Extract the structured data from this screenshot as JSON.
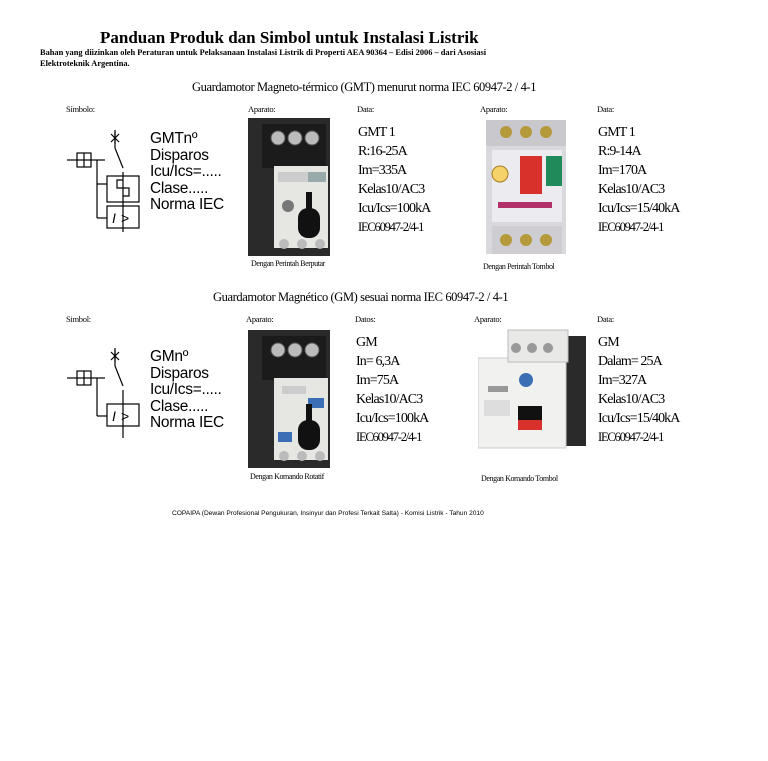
{
  "doc": {
    "title": "Panduan Produk dan Simbol untuk Instalasi Listrik",
    "subtitle": "Bahan yang diizinkan oleh Peraturan untuk Pelaksanaan Instalasi Listrik di Properti AEA 90364 – Edisi 2006 – dari Asosiasi Elektroteknik Argentina.",
    "footer": "COPAIPA (Dewan Profesional Pengukuran, Insinyur dan Profesi Terkait Salta) - Komisi Listrik - Tahun 2010"
  },
  "gmt": {
    "heading": "Guardamotor Magneto-térmico (GMT) menurut norma IEC 60947-2 / 4-1",
    "label_symbol": "Símbolo:",
    "label_device1": "Aparato:",
    "label_data1": "Data:",
    "label_device2": "Aparato:",
    "label_data2": "Data:",
    "symbol_lines": [
      "GMTnº",
      "Disparos",
      "Icu/Ics=.....",
      "Clase.....",
      "Norma IEC"
    ],
    "caption1": "Dengan Perintah Berputar",
    "caption2": "Dengan Perintah Tombol",
    "data1": [
      "GMT 1",
      "R:16-25A",
      "Im=335A",
      "Kelas10/AC3",
      "Icu/Ics=100kA",
      "IEC60947-2/4-1"
    ],
    "data2": [
      "GMT 1",
      "R:9-14A",
      "Im=170A",
      "Kelas10/AC3",
      "Icu/Ics=15/40kA",
      "IEC60947-2/4-1"
    ]
  },
  "gm": {
    "heading": "Guardamotor Magnético (GM) sesuai norma IEC 60947-2 / 4-1",
    "label_symbol": "Simbol:",
    "label_device1": "Aparato:",
    "label_data1": "Datos:",
    "label_device2": "Aparato:",
    "label_data2": "Data:",
    "symbol_lines": [
      "GMnº",
      "Disparos",
      "Icu/Ics=.....",
      "Clase.....",
      "Norma IEC"
    ],
    "caption1": "Dengan Komando Rotatif",
    "caption2": "Dengan Komando Tombol",
    "data1": [
      "GM",
      "In= 6,3A",
      "Im=75A",
      "Kelas10/AC3",
      "Icu/Ics=100kA",
      "IEC60947-2/4-1"
    ],
    "data2": [
      "GM",
      "Dalam= 25A",
      "Im=327A",
      "Kelas10/AC3",
      "Icu/Ics=15/40kA",
      "IEC60947-2/4-1"
    ]
  },
  "colors": {
    "red_button": "#d8302a",
    "green_button": "#1f8a5a",
    "device_dark": "#2a2a2a",
    "device_light": "#e6e6e3"
  }
}
